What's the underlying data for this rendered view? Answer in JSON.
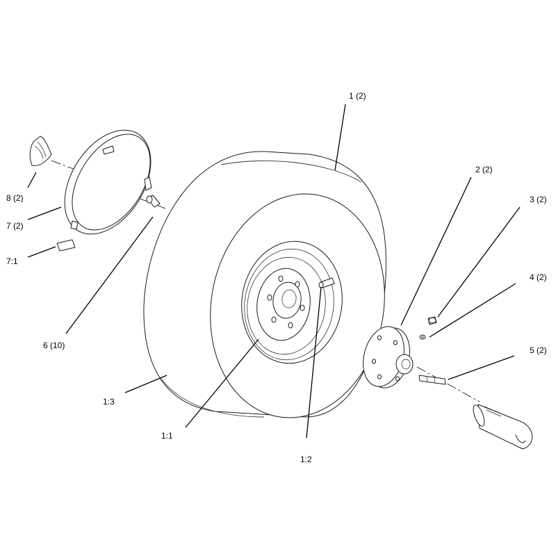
{
  "callouts": {
    "c1": "1 (2)",
    "c2": "2 (2)",
    "c3": "3 (2)",
    "c4": "4 (2)",
    "c5": "5 (2)",
    "c6": "6 (10)",
    "c7": "7 (2)",
    "c7_1": "7:1",
    "c8": "8 (2)",
    "c1_1": "1:1",
    "c1_2": "1:2",
    "c1_3": "1:3"
  }
}
